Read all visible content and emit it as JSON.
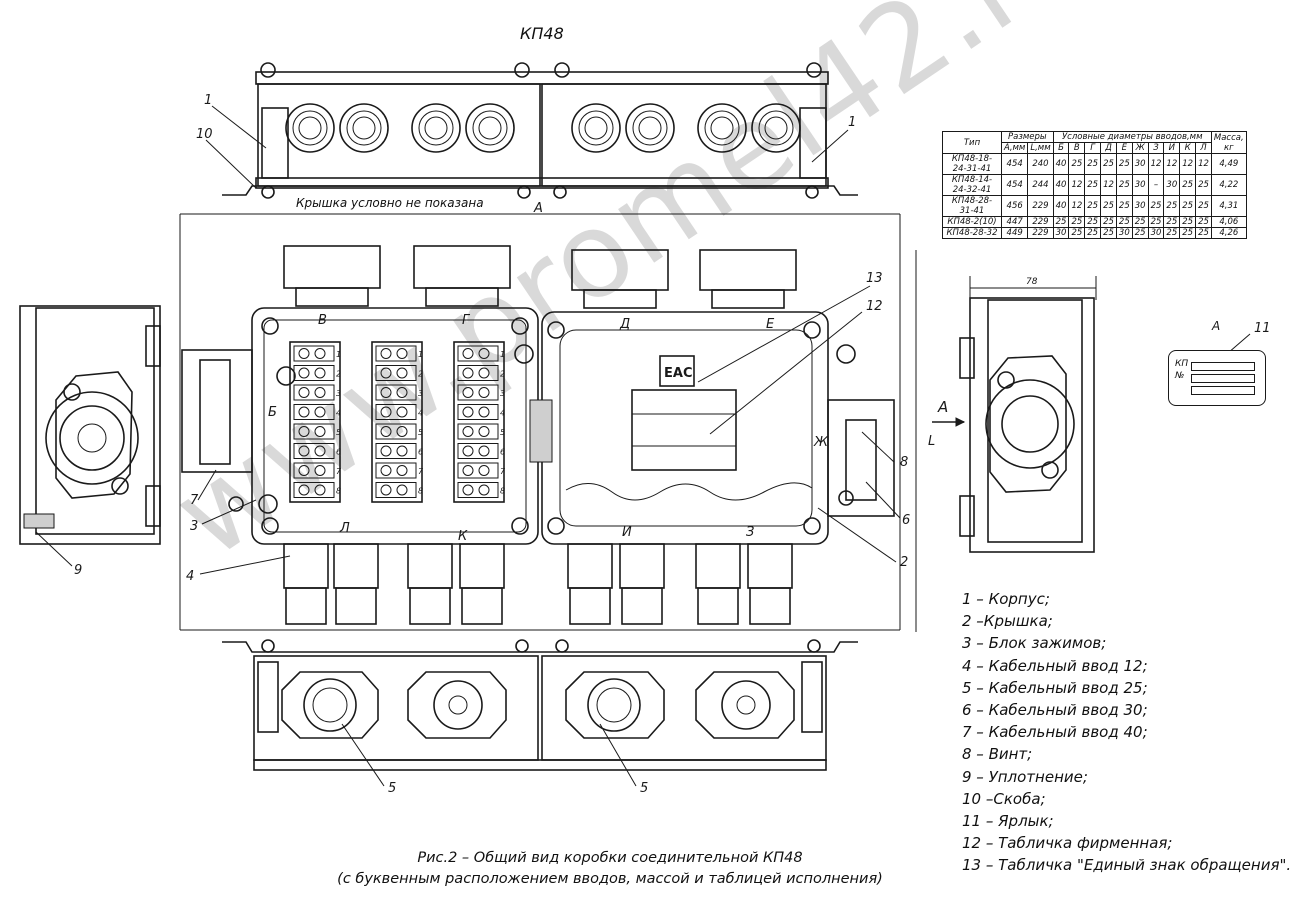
{
  "title": "КП48",
  "cover_note": "Крышка условно не показана",
  "dimension_labels": {
    "a": "А",
    "l": "L",
    "width": "78",
    "view": "А",
    "arrow": "А"
  },
  "entry_letters": {
    "b": "Б",
    "v": "В",
    "g": "Г",
    "d": "Д",
    "e": "Е",
    "zh": "Ж",
    "i": "И",
    "z": "З",
    "k": "К",
    "l": "Л"
  },
  "callouts": {
    "c1a": "1",
    "c1b": "1",
    "c10": "10",
    "c2": "2",
    "c3": "3",
    "c4": "4",
    "c5a": "5",
    "c5b": "5",
    "c6": "6",
    "c7": "7",
    "c8": "8",
    "c9": "9",
    "c11": "11",
    "c12": "12",
    "c13": "13"
  },
  "eac_mark": "ЕАС",
  "nameplate": {
    "label_kp": "КП",
    "label_no": "№"
  },
  "terminal_numbers": [
    "1",
    "2",
    "3",
    "4",
    "5",
    "6",
    "7",
    "8"
  ],
  "spec_table": {
    "headers": {
      "type": "Тип",
      "sizes": "Размеры",
      "a_mm": "А,мм",
      "l_mm": "L,мм",
      "diameters": "Условные диаметры вводов,мм",
      "mass": "Масса, кг"
    },
    "entry_columns": [
      "Б",
      "В",
      "Г",
      "Д",
      "Е",
      "Ж",
      "З",
      "И",
      "К",
      "Л"
    ],
    "rows": [
      {
        "type": "КП48-18-24-31-41",
        "a": "454",
        "l": "240",
        "entries": [
          "40",
          "25",
          "25",
          "25",
          "25",
          "30",
          "12",
          "12",
          "12",
          "12"
        ],
        "mass": "4,49"
      },
      {
        "type": "КП48-14-24-32-41",
        "a": "454",
        "l": "244",
        "entries": [
          "40",
          "12",
          "25",
          "12",
          "25",
          "30",
          "–",
          "30",
          "25",
          "25"
        ],
        "mass": "4,22"
      },
      {
        "type": "КП48-28-31-41",
        "a": "456",
        "l": "229",
        "entries": [
          "40",
          "12",
          "25",
          "25",
          "25",
          "30",
          "25",
          "25",
          "25",
          "25"
        ],
        "mass": "4,31"
      },
      {
        "type": "КП48-2(10)",
        "a": "447",
        "l": "229",
        "entries": [
          "25",
          "25",
          "25",
          "25",
          "25",
          "25",
          "25",
          "25",
          "25",
          "25"
        ],
        "mass": "4,06"
      },
      {
        "type": "КП48-28-32",
        "a": "449",
        "l": "229",
        "entries": [
          "30",
          "25",
          "25",
          "25",
          "30",
          "25",
          "30",
          "25",
          "25",
          "25"
        ],
        "mass": "4,26"
      }
    ]
  },
  "legend": [
    "1 – Корпус;",
    "2 –Крышка;",
    "3 – Блок зажимов;",
    "4 – Кабельный ввод 12;",
    "5 – Кабельный ввод 25;",
    "6 – Кабельный ввод 30;",
    "7 – Кабельный ввод 40;",
    "8 – Винт;",
    "9 – Уплотнение;",
    "10 –Скоба;",
    "11 – Ярлык;",
    "12 – Табличка фирменная;",
    "13 – Табличка \"Единый знак обращения\"."
  ],
  "caption": {
    "line1": "Рис.2 – Общий вид коробки соединительной КП48",
    "line2": "(с буквенным расположением вводов, массой и таблицей исполнения)"
  },
  "watermark": "www.promel42.ru"
}
